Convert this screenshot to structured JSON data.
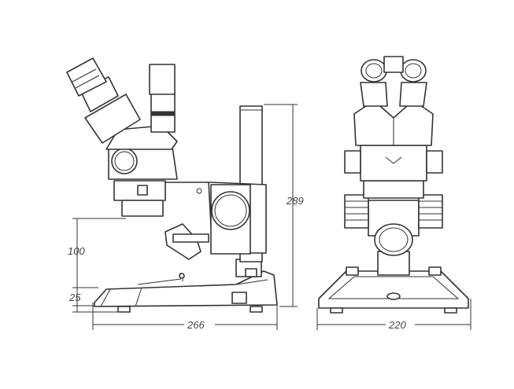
{
  "dimensions": {
    "height_total": "289",
    "working_distance": "100",
    "base_height": "25",
    "side_width": "266",
    "front_width": "220"
  },
  "colors": {
    "line": "#333333",
    "label": "#444444",
    "background": "#ffffff"
  }
}
